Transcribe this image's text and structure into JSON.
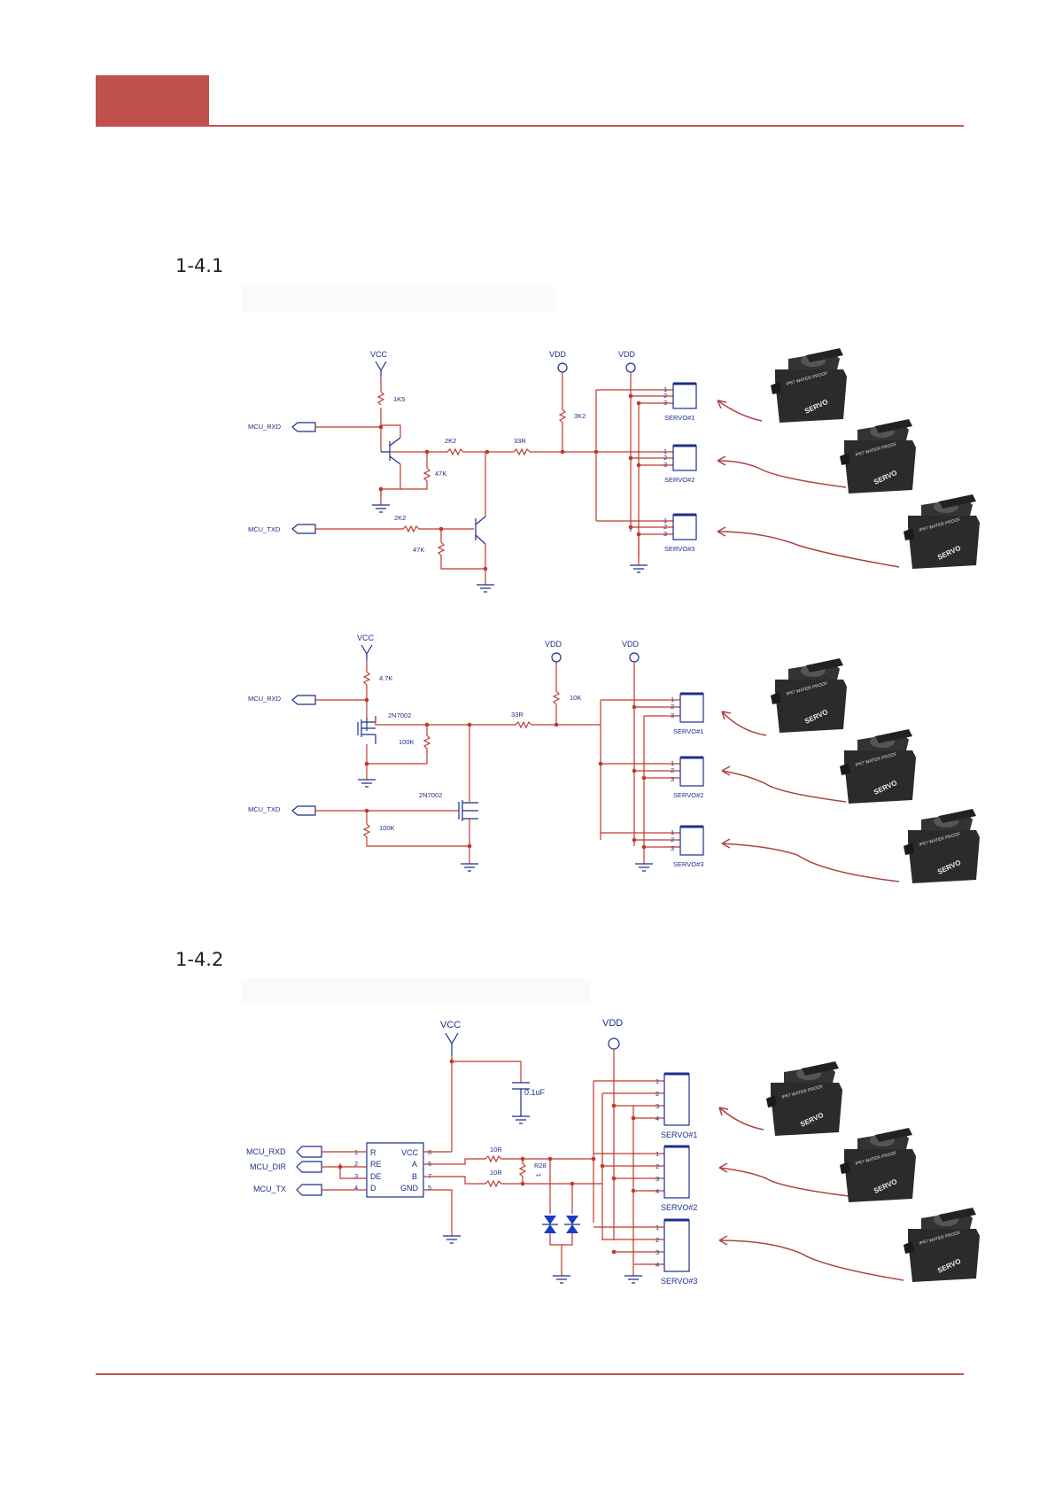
{
  "section_1": {
    "number": "1-4.1"
  },
  "section_2": {
    "number": "1-4.2"
  },
  "labels": {
    "vcc": "VCC",
    "vdd": "VDD",
    "mcu_rxd": "MCU_RXD",
    "mcu_txd": "MCU_TXD",
    "mcu_dir": "MCU_DIR",
    "mcu_tx": "MCU_TX",
    "servo1": "SERVO#1",
    "servo2": "SERVO#2",
    "servo3": "SERVO#3",
    "pin1": "1",
    "pin2": "2",
    "pin3": "3",
    "pin4": "4"
  },
  "diagram_a": {
    "r_1k5": "1K5",
    "r_2k2a": "2K2",
    "r_33r": "33R",
    "r_3k2": "3K2",
    "r_47ka": "47K",
    "r_2k2b": "2K2",
    "r_47kb": "47K"
  },
  "diagram_b": {
    "r_4k7": "4.7K",
    "q1": "2N7002",
    "r_100ka": "100K",
    "r_33r": "33R",
    "r_10k": "10K",
    "q2": "2N7002",
    "r_100kb": "100K"
  },
  "diagram_c": {
    "cap": "0.1uF",
    "r_10ra": "10R",
    "r_10rb": "10R",
    "r28": "R28",
    "r28_val": "**",
    "ic_pins_left": [
      "1",
      "2",
      "3",
      "4"
    ],
    "ic_names_left": [
      "R",
      "RE",
      "DE",
      "D"
    ],
    "ic_names_right": [
      "VCC",
      "A",
      "B",
      "GND"
    ],
    "ic_pins_right": [
      "8",
      "6",
      "7",
      "5"
    ]
  },
  "servo_text": {
    "line1": "SERVO",
    "line2": "IP67 WATER PROOF"
  }
}
